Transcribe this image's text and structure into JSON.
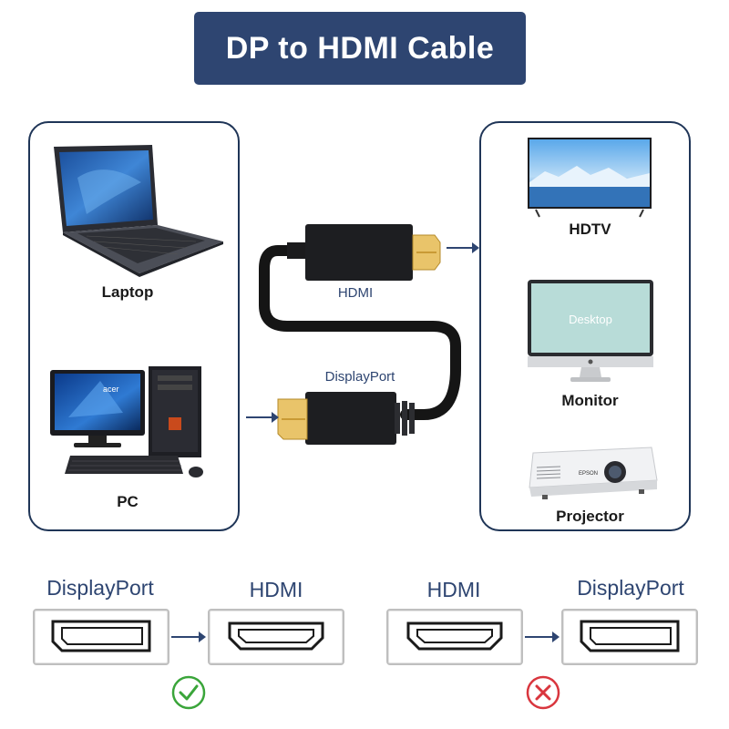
{
  "title": "DP to HDMI Cable",
  "sources": [
    {
      "label": "Laptop",
      "icon": "laptop-icon"
    },
    {
      "label": "PC",
      "icon": "desktop-pc-icon"
    }
  ],
  "displays": [
    {
      "label": "HDTV",
      "icon": "hdtv-icon"
    },
    {
      "label": "Monitor",
      "icon": "monitor-icon",
      "screen_text": "Desktop"
    },
    {
      "label": "Projector",
      "icon": "projector-icon",
      "brand": "EPSON"
    }
  ],
  "cable": {
    "hdmi_label": "HDMI",
    "dp_label": "DisplayPort"
  },
  "direction": [
    {
      "from": "DisplayPort",
      "to": "HDMI",
      "status": "supported",
      "status_icon": "check-icon",
      "status_color": "#3aa53a"
    },
    {
      "from": "HDMI",
      "to": "DisplayPort",
      "status": "not-supported",
      "status_icon": "cross-icon",
      "status_color": "#d9363e"
    }
  ],
  "colors": {
    "accent": "#2e4571",
    "panel_border": "#1f3557",
    "check": "#3aa53a",
    "cross": "#d9363e"
  }
}
